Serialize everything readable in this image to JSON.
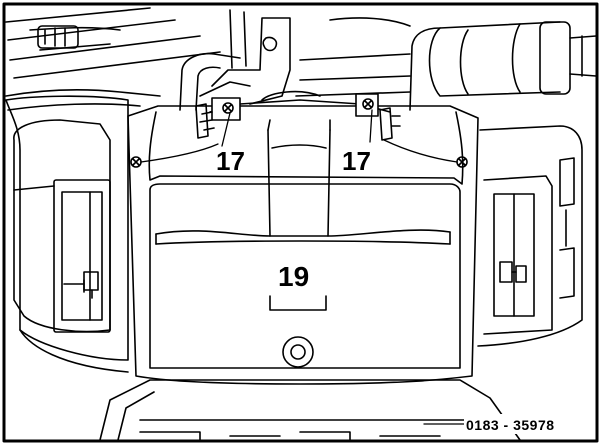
{
  "figure": {
    "callouts": {
      "screw_left": "17",
      "screw_right": "17",
      "housing": "19"
    },
    "reference_number": "0183 - 35978"
  },
  "colors": {
    "ink": "#000000",
    "paper": "#ffffff"
  }
}
